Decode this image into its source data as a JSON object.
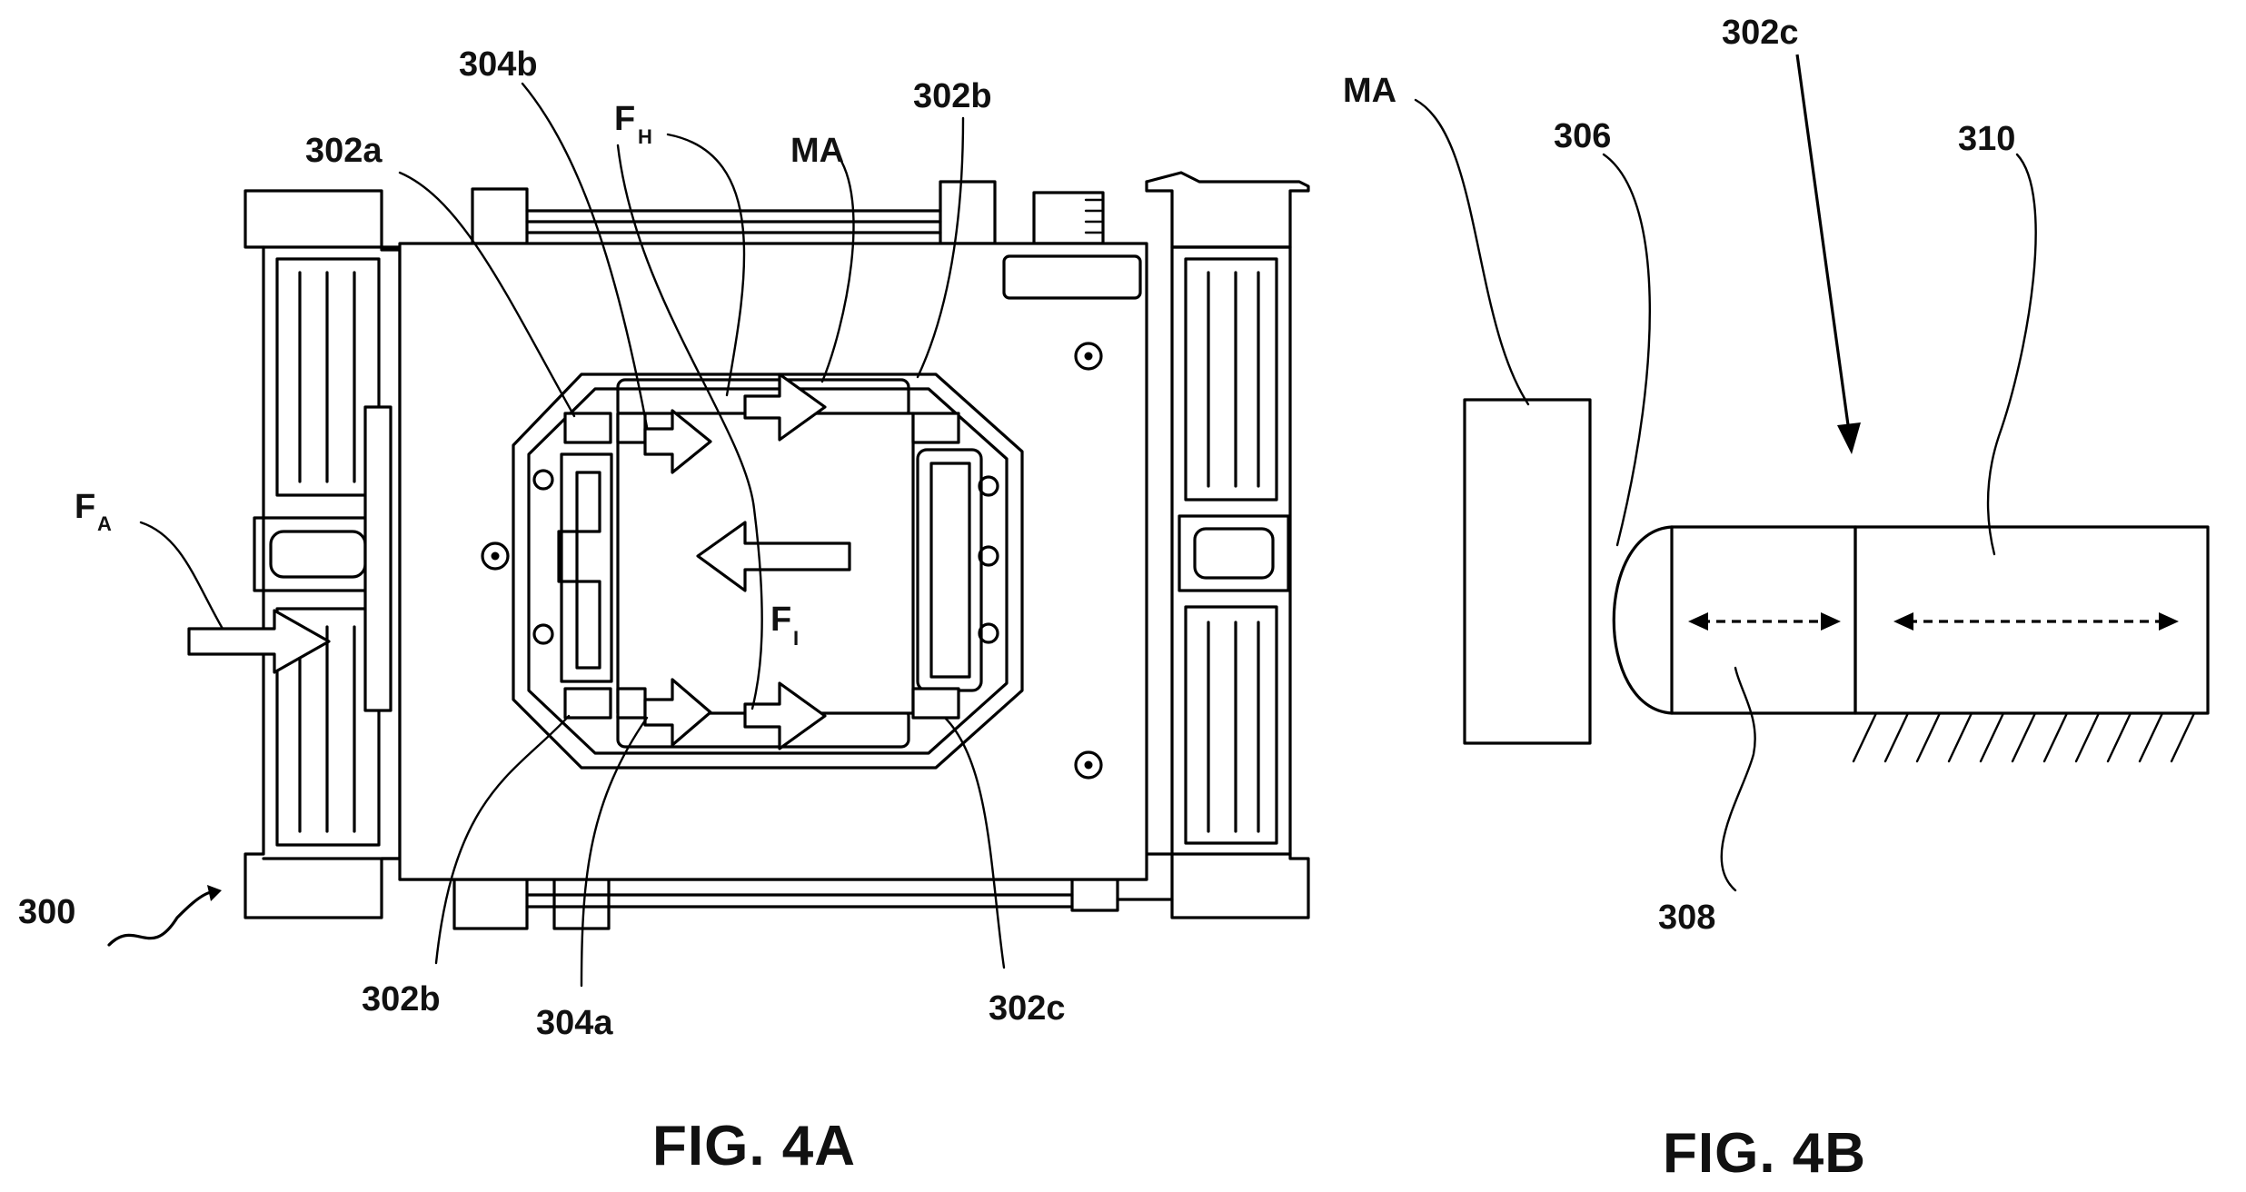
{
  "figures": {
    "fig_a": {
      "caption": "FIG. 4A",
      "labels": {
        "l300": "300",
        "l302a": "302a",
        "l304b": "304b",
        "l302b_top": "302b",
        "l_fh_main": "F",
        "l_fh_sub": "H",
        "l_ma": "MA",
        "l_fa_main": "F",
        "l_fa_sub": "A",
        "l_fi_main": "F",
        "l_fi_sub": "I",
        "l302b_bottom": "302b",
        "l304a": "304a",
        "l302c": "302c"
      }
    },
    "fig_b": {
      "caption": "FIG. 4B",
      "labels": {
        "l_ma": "MA",
        "l302c": "302c",
        "l306": "306",
        "l310": "310",
        "l308": "308"
      }
    }
  }
}
